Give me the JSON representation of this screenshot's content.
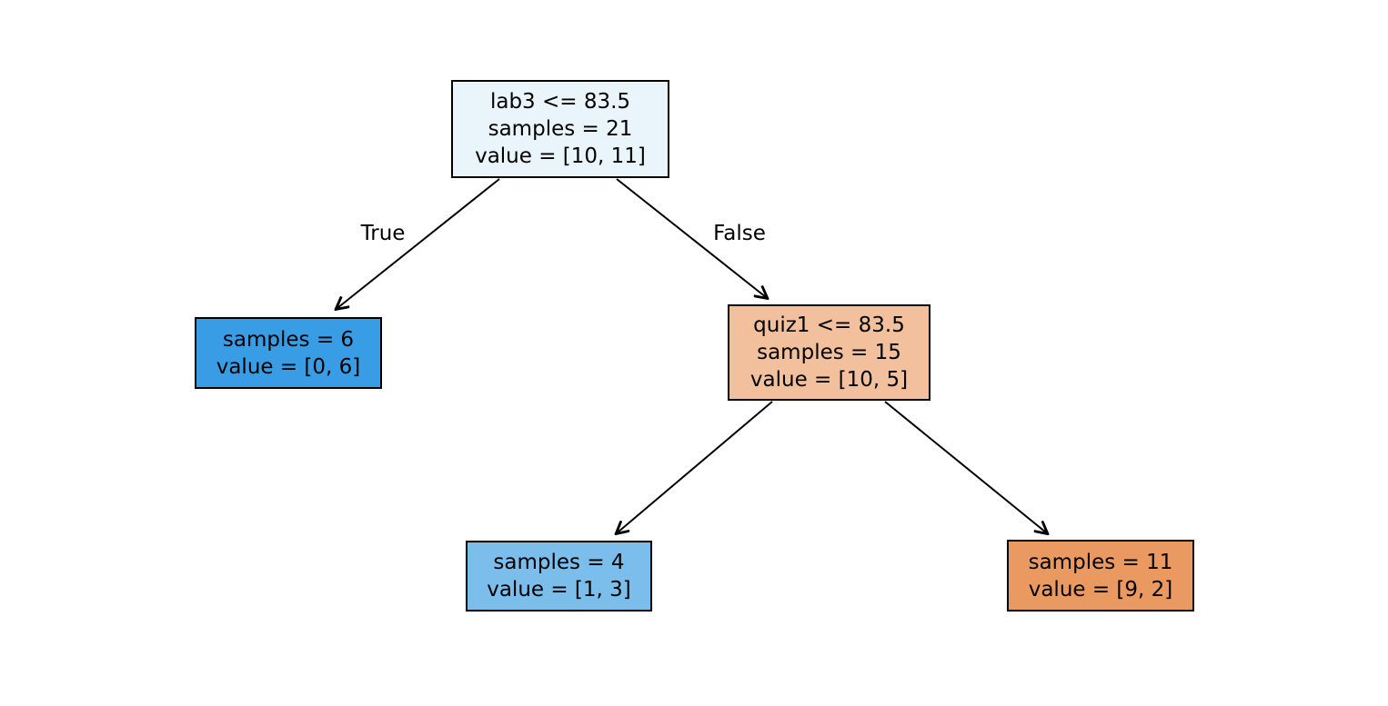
{
  "figure": {
    "background_color": "#ffffff",
    "edge_color": "#000000",
    "text_color": "#000000"
  },
  "tree": {
    "type": "decision-tree",
    "nodes": [
      {
        "id": "root",
        "lines": [
          "lab3 <= 83.5",
          "samples = 21",
          "value = [10, 11]"
        ],
        "fill": "#eaf4fb"
      },
      {
        "id": "left-leaf",
        "lines": [
          "samples = 6",
          "value = [0, 6]"
        ],
        "fill": "#399de5"
      },
      {
        "id": "right-internal",
        "lines": [
          "quiz1 <= 83.5",
          "samples = 15",
          "value = [10, 5]"
        ],
        "fill": "#f2c09c"
      },
      {
        "id": "bottom-left-leaf",
        "lines": [
          "samples = 4",
          "value = [1, 3]"
        ],
        "fill": "#7bbeeb"
      },
      {
        "id": "bottom-right-leaf",
        "lines": [
          "samples = 11",
          "value = [9, 2]"
        ],
        "fill": "#ea9a61"
      }
    ],
    "branch_labels": [
      {
        "text": "True"
      },
      {
        "text": "False"
      }
    ],
    "edges": [
      {
        "from": "root",
        "to": "left-leaf",
        "label": "True"
      },
      {
        "from": "root",
        "to": "right-internal",
        "label": "False"
      },
      {
        "from": "right-internal",
        "to": "bottom-left-leaf",
        "label": ""
      },
      {
        "from": "right-internal",
        "to": "bottom-right-leaf",
        "label": ""
      }
    ]
  }
}
